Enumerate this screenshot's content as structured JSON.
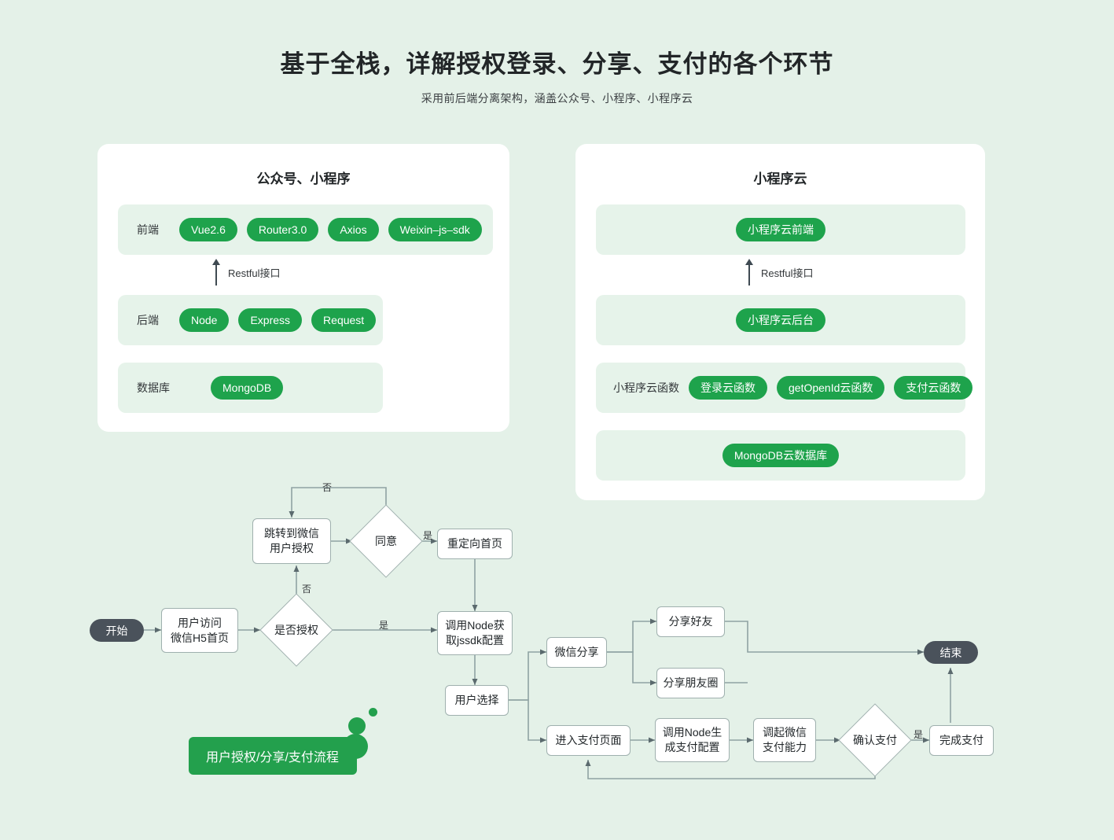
{
  "header": {
    "title": "基于全栈，详解授权登录、分享、支付的各个环节",
    "subtitle": "采用前后端分离架构，涵盖公众号、小程序、小程序云"
  },
  "colors": {
    "page_background": "#e4f1e8",
    "card_background": "#ffffff",
    "band_background": "#e6f3ea",
    "pill_green": "#1ea34c",
    "tag_green": "#23a04d",
    "terminator_slate": "#4a525b",
    "node_border": "#9fb0ae",
    "connector": "#8fa3a3"
  },
  "left_card": {
    "title": "公众号、小程序",
    "rows": [
      {
        "label": "前端",
        "items": [
          "Vue2.6",
          "Router3.0",
          "Axios",
          "Weixin–js–sdk"
        ]
      },
      {
        "label": "后端",
        "items": [
          "Node",
          "Express",
          "Request"
        ]
      },
      {
        "label": "数据库",
        "items": [
          "MongoDB"
        ]
      }
    ],
    "connector_label": "Restful接口"
  },
  "right_card": {
    "title": "小程序云",
    "rows": [
      {
        "label": "",
        "items": [
          "小程序云前端"
        ]
      },
      {
        "label": "",
        "items": [
          "小程序云后台"
        ]
      },
      {
        "label": "小程序云函数",
        "items": [
          "登录云函数",
          "getOpenId云函数",
          "支付云函数"
        ]
      },
      {
        "label": "",
        "items": [
          "MongoDB云数据库"
        ]
      }
    ],
    "connector_label": "Restful接口"
  },
  "flowchart": {
    "tag": "用户授权/分享/支付流程",
    "nodes": {
      "start": "开始",
      "visit_h5": "用户访问\n微信H5首页",
      "is_authorized": "是否授权",
      "jump_wechat_auth": "跳转到微信\n用户授权",
      "agree": "同意",
      "redirect_home": "重定向首页",
      "call_node_jssdk": "调用Node获\n取jssdk配置",
      "user_choice": "用户选择",
      "wechat_share": "微信分享",
      "share_friend": "分享好友",
      "share_moments": "分享朋友圈",
      "enter_pay_page": "进入支付页面",
      "call_node_pay_config": "调用Node生\n成支付配置",
      "invoke_wechat_pay": "调起微信\n支付能力",
      "confirm_pay": "确认支付",
      "complete_pay": "完成支付",
      "end": "结束"
    },
    "edge_labels": {
      "auth_no": "否",
      "auth_yes": "是",
      "agree_no": "否",
      "agree_yes": "是",
      "confirm_yes": "是"
    }
  }
}
